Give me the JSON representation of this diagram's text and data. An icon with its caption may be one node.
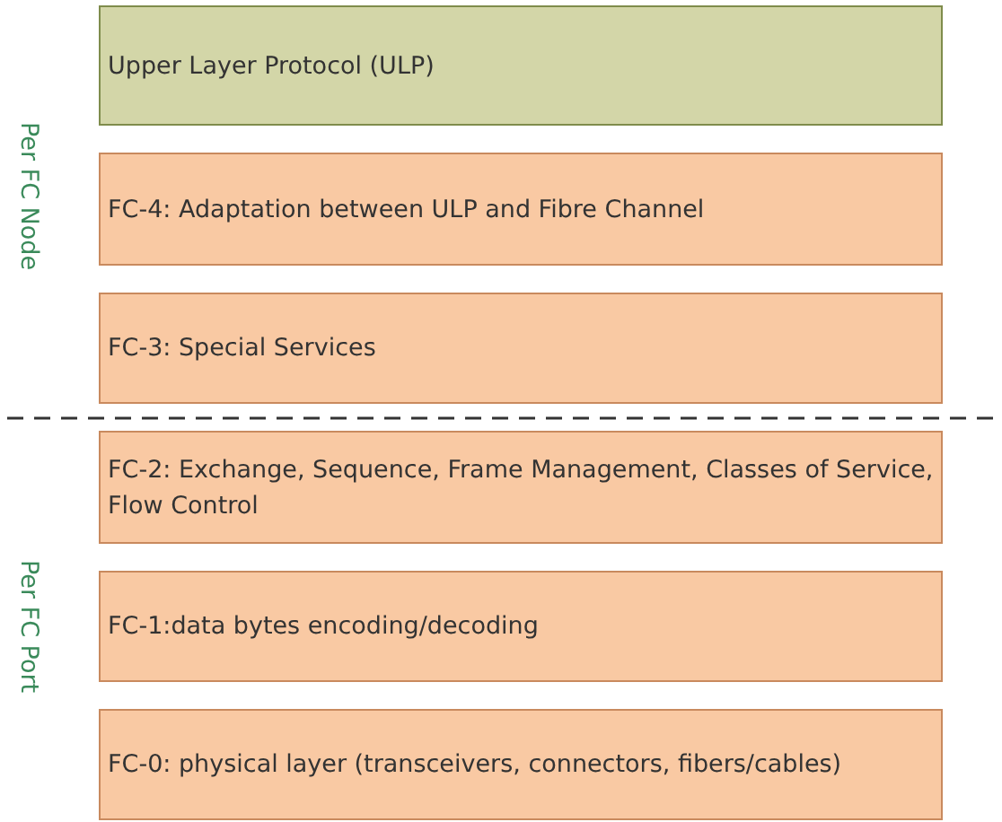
{
  "diagram": {
    "nodes": [
      {
        "text": [
          "Upper Layer Protocol (ULP)"
        ]
      },
      {
        "text": [
          "FC-4: Adaptation between ULP and Fibre Channel"
        ]
      },
      {
        "text": [
          "FC-3: Special Services"
        ]
      },
      {
        "text": [
          "FC-2: Exchange, Sequence, Frame Management, Classes of Service, Flow Control"
        ]
      },
      {
        "text": [
          "FC-1:data bytes encoding/decoding"
        ]
      },
      {
        "text": [
          "FC-0: physical layer (transceivers, connectors, fibers/cables)"
        ]
      }
    ],
    "labels": [
      "Per FC Node",
      "Per FC Port"
    ]
  }
}
